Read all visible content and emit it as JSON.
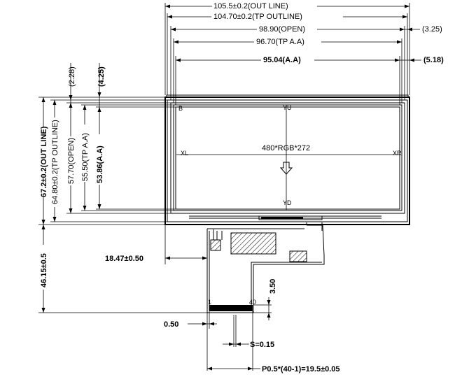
{
  "dimensions": {
    "out_line_width": "105.5±0.2(OUT LINE)",
    "tp_outline_width": "104.70±0.2(TP OUTLINE)",
    "open_width": "98.90(OPEN)",
    "tp_aa_width": "96.70(TP A.A)",
    "aa_width": "95.04(A.A)",
    "offset_right_1": "(3.25)",
    "offset_right_2": "(5.18)",
    "offset_top_1": "(2.28)",
    "offset_top_2": "(4.25)",
    "out_line_height": "67.2±0.2(OUT LINE)",
    "tp_outline_height": "64.80±0.2(TP OUTLINE)",
    "open_height": "57.70(OPEN)",
    "tp_aa_height": "55.50(TP A.A)",
    "aa_height": "53.86(A.A)",
    "fpc_length": "46.15±0.5",
    "fpc_offset": "18.47±0.50",
    "fpc_tail_height": "3.50",
    "pin_margin": "0.50",
    "pin_spacing": "S=0.15",
    "pitch": "P0.5*(40-1)=19.5±0.05"
  },
  "panel": {
    "resolution": "480*RGB*272",
    "label_xl": "XL",
    "label_xr": "XR",
    "label_yu": "YU",
    "label_yd": "YD",
    "corner_mark": "B"
  },
  "fpc": {
    "pin_first": "1",
    "pin_last": "40"
  }
}
